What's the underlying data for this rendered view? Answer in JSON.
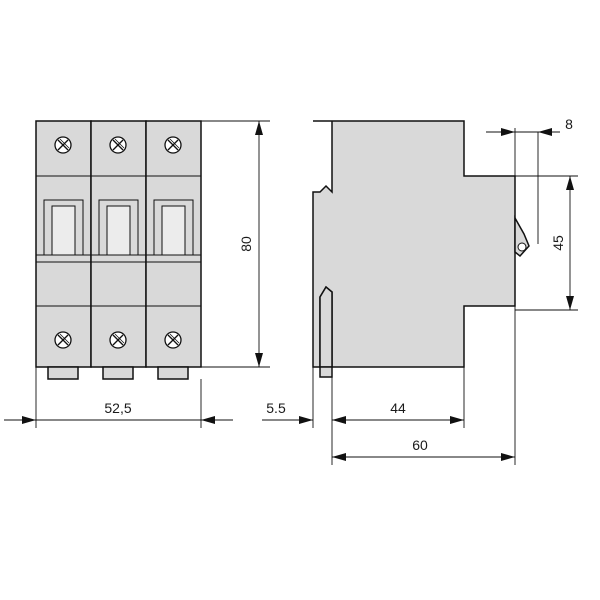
{
  "front_view": {
    "poles": 3,
    "width_label": "52,5",
    "height_label": "80",
    "terminal_icon": "screw-terminal-icon"
  },
  "side_view": {
    "depth_label": "60",
    "body_depth_label": "44",
    "rail_offset_label": "5.5",
    "front_height_label": "45",
    "toggle_label": "8"
  },
  "colors": {
    "housing": "#d9d9d9",
    "outline": "#111111",
    "background": "#ffffff"
  }
}
